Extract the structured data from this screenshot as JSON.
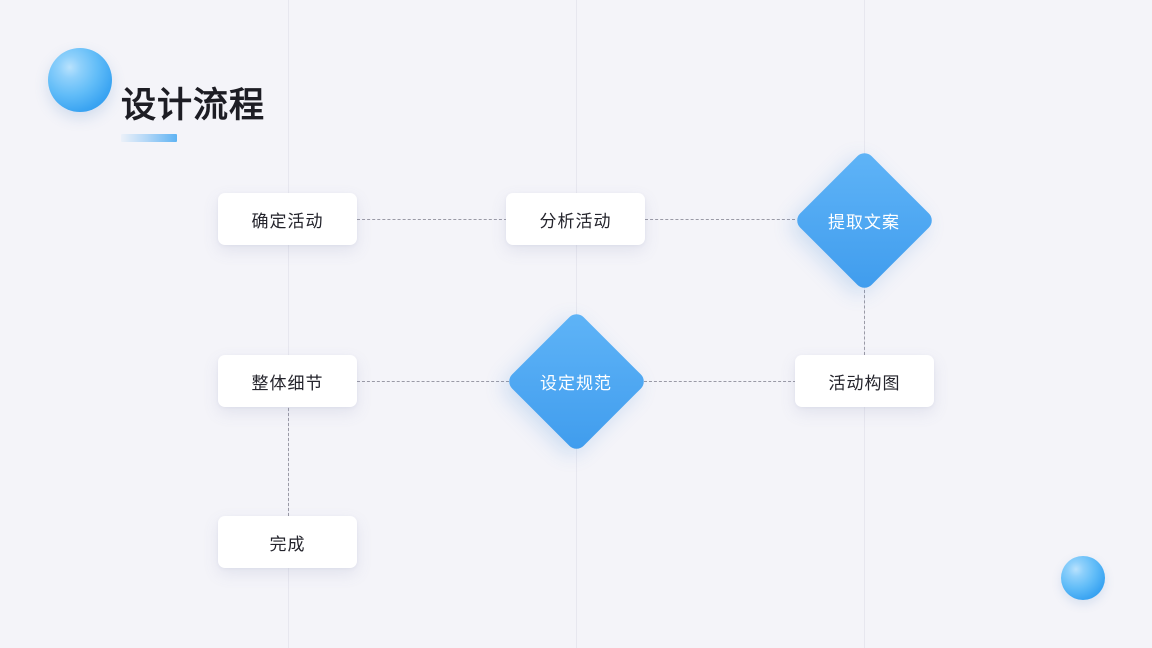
{
  "slide": {
    "title": "设计流程",
    "background_color": "#f4f4f9",
    "accent_color": "#4ea7f2"
  },
  "decorations": {
    "title_sphere": "blue-sphere-icon",
    "corner_sphere": "blue-sphere-icon",
    "title_underline": "title-underline-bar",
    "guides": [
      "guide-line-1",
      "guide-line-2",
      "guide-line-3"
    ]
  },
  "flow": {
    "nodes": [
      {
        "id": "n1",
        "label": "确定活动",
        "shape": "box",
        "row": 1,
        "col": 1
      },
      {
        "id": "n2",
        "label": "分析活动",
        "shape": "box",
        "row": 1,
        "col": 2
      },
      {
        "id": "n3",
        "label": "提取文案",
        "shape": "diamond",
        "row": 1,
        "col": 3
      },
      {
        "id": "n4",
        "label": "活动构图",
        "shape": "box",
        "row": 2,
        "col": 3
      },
      {
        "id": "n5",
        "label": "设定规范",
        "shape": "diamond",
        "row": 2,
        "col": 2
      },
      {
        "id": "n6",
        "label": "整体细节",
        "shape": "box",
        "row": 2,
        "col": 1
      },
      {
        "id": "n7",
        "label": "完成",
        "shape": "box",
        "row": 3,
        "col": 1
      }
    ],
    "edges": [
      {
        "from": "n1",
        "to": "n2",
        "style": "dashed",
        "direction": "horizontal"
      },
      {
        "from": "n2",
        "to": "n3",
        "style": "dashed",
        "direction": "horizontal"
      },
      {
        "from": "n3",
        "to": "n4",
        "style": "dashed",
        "direction": "vertical"
      },
      {
        "from": "n4",
        "to": "n5",
        "style": "dashed",
        "direction": "horizontal"
      },
      {
        "from": "n5",
        "to": "n6",
        "style": "dashed",
        "direction": "horizontal"
      },
      {
        "from": "n6",
        "to": "n7",
        "style": "dashed",
        "direction": "vertical"
      }
    ]
  }
}
